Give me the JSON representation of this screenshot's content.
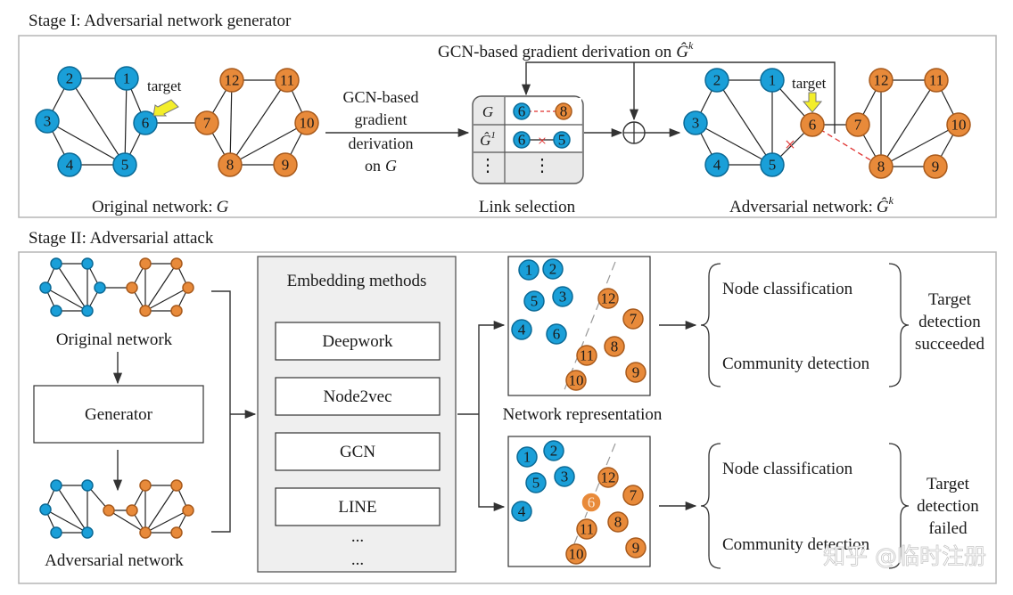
{
  "stage1": {
    "title": "Stage I: Adversarial network generator",
    "feedback_label": "GCN-based gradient derivation on",
    "feedback_sym": "Ĝ",
    "feedback_sup": "k",
    "arrow_label": [
      "GCN-based",
      "gradient",
      "derivation",
      "on"
    ],
    "arrow_label_sym": "G",
    "original_caption": "Original network:",
    "original_caption_sym": "G",
    "link_caption": "Link selection",
    "adv_caption": "Adversarial network:",
    "adv_caption_sym": "Ĝ",
    "adv_caption_sup": "k",
    "target_label": "target",
    "table_row1": "G",
    "table_row2": "Ĝ",
    "table_row2_sup": "1",
    "dots_vertical": "⋮",
    "cross": "×"
  },
  "stage2": {
    "title": "Stage II: Adversarial attack",
    "original_label": "Original network",
    "generator_label": "Generator",
    "adversarial_label": "Adversarial network",
    "embedding_title": "Embedding methods",
    "methods": [
      "Deepwork",
      "Node2vec",
      "GCN",
      "LINE"
    ],
    "ellipsis": [
      "...",
      "..."
    ],
    "representation_label": "Network representation",
    "tasks": [
      "Node classification",
      "Community detection"
    ],
    "result_success": [
      "Target",
      "detection",
      "succeeded"
    ],
    "result_fail": [
      "Target",
      "detection",
      "failed"
    ],
    "watermark": "知乎 @临时注册"
  },
  "nodes": {
    "n1": "1",
    "n2": "2",
    "n3": "3",
    "n4": "4",
    "n5": "5",
    "n6": "6",
    "n7": "7",
    "n8": "8",
    "n9": "9",
    "n10": "10",
    "n11": "11",
    "n12": "12"
  },
  "colors": {
    "blue": "#1a9fd8",
    "orange": "#e88a3a",
    "yellow": "#f3ee2a",
    "red": "#e0312f"
  }
}
